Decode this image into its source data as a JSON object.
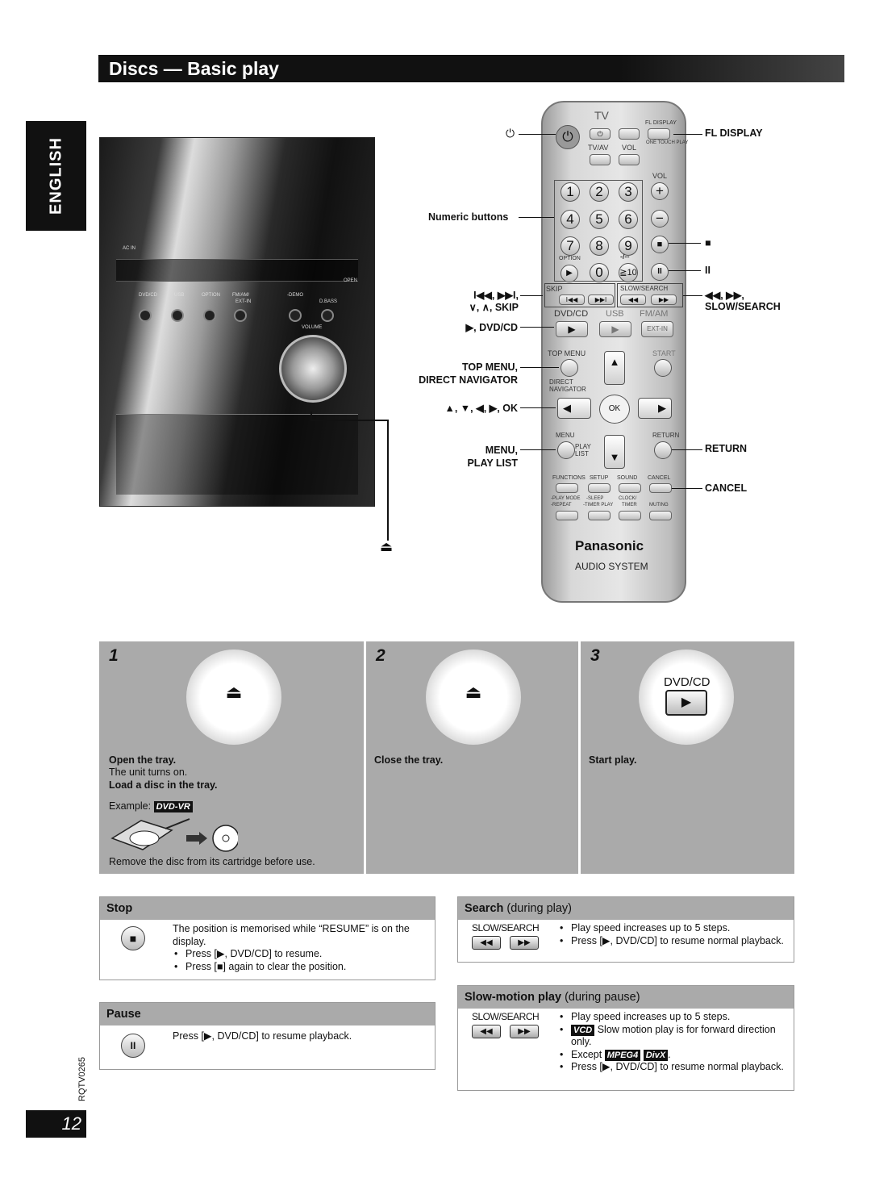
{
  "page": {
    "title": "Discs — Basic play",
    "language_tab": "ENGLISH",
    "doc_code": "RQTV0265",
    "page_number": "12"
  },
  "remote": {
    "brand": "Panasonic",
    "subtitle": "AUDIO SYSTEM",
    "tv_label": "TV",
    "fl_display_key": "FL DISPLAY",
    "one_touch_play": "ONE TOUCH PLAY",
    "tvav": "TV/AV",
    "vol": "VOL",
    "vol2": "VOL",
    "option": "OPTION",
    "skip": "SKIP",
    "slow_search": "SLOW/SEARCH",
    "dvdcd": "DVD/CD",
    "usb": "USB",
    "fmam": "FM/AM",
    "extin": "EXT-IN",
    "top_menu": "TOP MENU",
    "start": "START",
    "direct_navigator": "DIRECT NAVIGATOR",
    "ok": "OK",
    "menu": "MENU",
    "return": "RETURN",
    "play_list": "PLAY LIST",
    "functions": "FUNCTIONS",
    "setup": "SETUP",
    "sound": "SOUND",
    "cancel": "CANCEL",
    "play_mode": "-PLAY MODE",
    "repeat": "-REPEAT",
    "sleep": "-SLEEP",
    "timer_play": "-TIMER PLAY",
    "clock": "CLOCK/",
    "timer": "TIMER",
    "muting": "MUTING",
    "dash": "-/--",
    "ge10": "≧10",
    "digits": [
      "1",
      "2",
      "3",
      "4",
      "5",
      "6",
      "7",
      "8",
      "9",
      "0"
    ]
  },
  "unit": {
    "acin": "AC IN",
    "dvdcd": "DVD/CD",
    "usb": "USB",
    "option": "OPTION",
    "fmam": "FM/AM/",
    "extin": "EXT-IN",
    "demo": "-DEMO",
    "dbass": "D.BASS",
    "volume": "VOLUME",
    "open": "OPEN"
  },
  "labels": {
    "fl_display": "FL DISPLAY",
    "numeric_buttons": "Numeric buttons",
    "stop_symbol": "■",
    "pause_symbol": "II",
    "skip_line1": "I◀◀, ▶▶I,",
    "skip_line2": "∨, ∧, SKIP",
    "search_line1": "◀◀, ▶▶,",
    "search_line2": "SLOW/SEARCH",
    "play_dvdcd": "▶, DVD/CD",
    "top_menu": "TOP MENU,",
    "direct_navigator": "DIRECT NAVIGATOR",
    "arrows_ok": "▲, ▼, ◀, ▶, OK",
    "menu": "MENU,",
    "play_list": "PLAY LIST",
    "return": "RETURN",
    "cancel": "CANCEL",
    "power": "⏻",
    "eject": "⏏"
  },
  "steps": [
    {
      "num": "1",
      "heading": "Open the tray.",
      "line2": "The unit turns on.",
      "line3": "Load a disc in the tray.",
      "example_label": "Example:",
      "example_badge": "DVD-VR",
      "note": "Remove the disc from its cartridge before use."
    },
    {
      "num": "2",
      "heading": "Close the tray."
    },
    {
      "num": "3",
      "heading": "Start play.",
      "button_label": "DVD/CD"
    }
  ],
  "stop": {
    "title": "Stop",
    "text": "The position is memorised while “RESUME” is on the display.",
    "bullets": [
      "Press [▶, DVD/CD] to resume.",
      "Press [■] again to clear the position."
    ]
  },
  "pause": {
    "title": "Pause",
    "text": "Press [▶, DVD/CD] to resume playback."
  },
  "search": {
    "title": "Search",
    "qualifier": "(during play)",
    "button_label": "SLOW/SEARCH",
    "bullets": [
      "Play speed increases up to 5 steps.",
      "Press [▶, DVD/CD] to resume normal playback."
    ]
  },
  "slow": {
    "title": "Slow-motion play",
    "qualifier": "(during pause)",
    "button_label": "SLOW/SEARCH",
    "b1": "Play speed increases up to 5 steps.",
    "b2_badge": "VCD",
    "b2_text": "Slow motion play is for forward direction only.",
    "b3_prefix": "Except",
    "b3_badge1": "MPEG4",
    "b3_badge2": "DivX",
    "b3_suffix": ".",
    "b4": "Press [▶, DVD/CD] to resume normal playback."
  }
}
